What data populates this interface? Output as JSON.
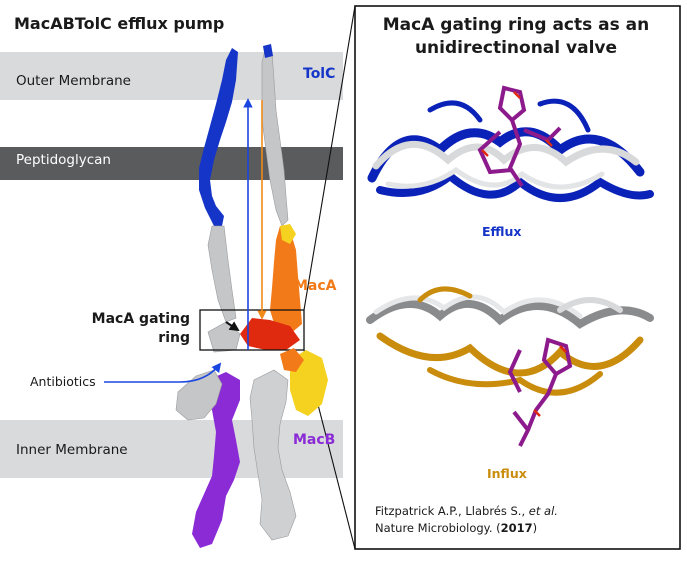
{
  "title": "MacABTolC efflux pump",
  "membranes": {
    "outer": "Outer Membrane",
    "peptidoglycan": "Peptidoglycan",
    "inner": "Inner Membrane"
  },
  "proteins": {
    "tolc": "TolC",
    "maca": "MacA",
    "macb": "MacB"
  },
  "gating_ring_label": "MacA gating ring",
  "antibiotics_label": "Antibiotics",
  "panel": {
    "title": "MacA gating ring acts as an unidirectinonal valve",
    "efflux_label": "Efflux",
    "influx_label": "Influx"
  },
  "citation": {
    "authors_prefix": "Fitzpatrick A.P., Llabrés S., ",
    "authors_etal": "et al.",
    "journal": "Nature Microbiology. (",
    "year": "2017",
    "journal_close": ")"
  },
  "colors": {
    "tolc": "#1535c8",
    "maca": "#f27a18",
    "macb": "#8a2bd6",
    "gating_ring": "#e02a10",
    "ribbon_gold": "#c98c0c",
    "membrane": "#d9dadb",
    "peptidoglycan": "#5a5b5d",
    "antibiotic": "#8c1a8c",
    "arrow_blue": "#1b46e0",
    "arrow_orange": "#f08a1a"
  },
  "icons": [
    "efflux-arrow-icon",
    "influx-arrow-icon",
    "antibiotics-arrow-icon",
    "gating-ring-callout-icon"
  ]
}
